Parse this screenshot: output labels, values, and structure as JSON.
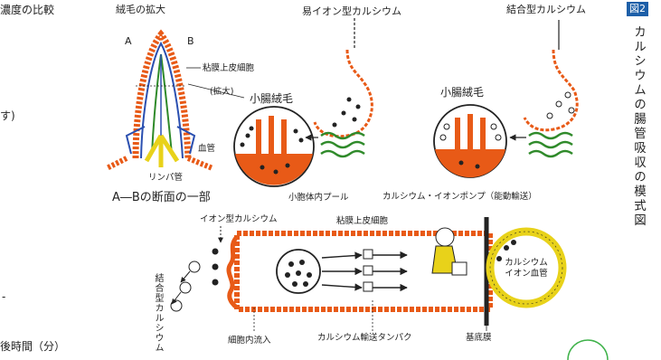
{
  "left_fragments": {
    "top": "濃度の比較",
    "mid": "す)",
    "dash": "-",
    "bottom": "後時間（分）"
  },
  "villus_section": {
    "title": "絨毛の拡大",
    "point_a": "A",
    "point_b": "B",
    "epithelial_label": "粘膜上皮細胞",
    "magnify_label": "(拡大)",
    "blood_vessel_label": "血管",
    "lymph_label": "リンパ管",
    "section_caption": "A―Bの断面の一部"
  },
  "stomach_panels": {
    "ionic_title": "易イオン型カルシウム",
    "bound_title": "結合型カルシウム",
    "villi_label_left": "小腸絨毛",
    "villi_label_right": "小腸絨毛"
  },
  "cell_diagram": {
    "pump_label": "カルシウム・イオンポンプ（能動輸送）",
    "pool_label": "小胞体内プール",
    "ionic_calcium_label": "イオン型カルシウム",
    "epithelial_cell_label": "粘膜上皮細胞",
    "bound_calcium_vertical": "結合型カルシウム",
    "influx_label": "細胞内流入",
    "transport_protein_label": "カルシウム輸送タンパク",
    "basement_membrane_label": "基底膜",
    "blood_vessel_ion_label": "カルシウムイオン血管"
  },
  "figure_badge": "図2",
  "side_caption": "カルシウムの腸管吸収の模式図",
  "colors": {
    "orange": "#e85a17",
    "green": "#2f8a2a",
    "yellow": "#e8d21a",
    "blue": "#2a4fb0",
    "badge": "#1d5fa8"
  }
}
